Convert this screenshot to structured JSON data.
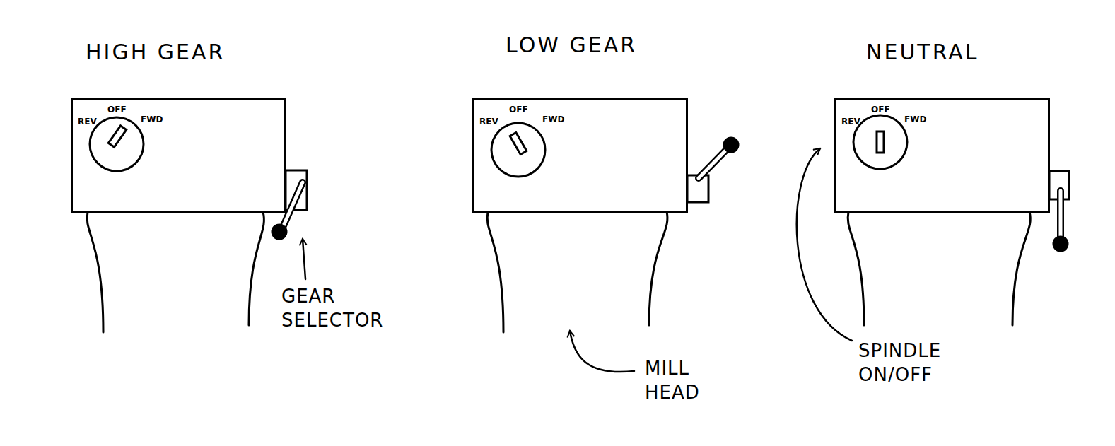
{
  "diagram": {
    "nodes": [
      {
        "text": [
          "HIGH GEAR",
          "REV",
          "OFF",
          "FWD"
        ]
      },
      {
        "text": [
          "LOW GEAR",
          "REV",
          "OFF",
          "FWD"
        ]
      },
      {
        "text": [
          "NEUTRAL",
          "REV",
          "OFF",
          "FWD"
        ]
      }
    ],
    "labels": [
      "GEAR SELECTOR",
      "MILL HEAD",
      "SPINDLE ON/OFF"
    ]
  }
}
